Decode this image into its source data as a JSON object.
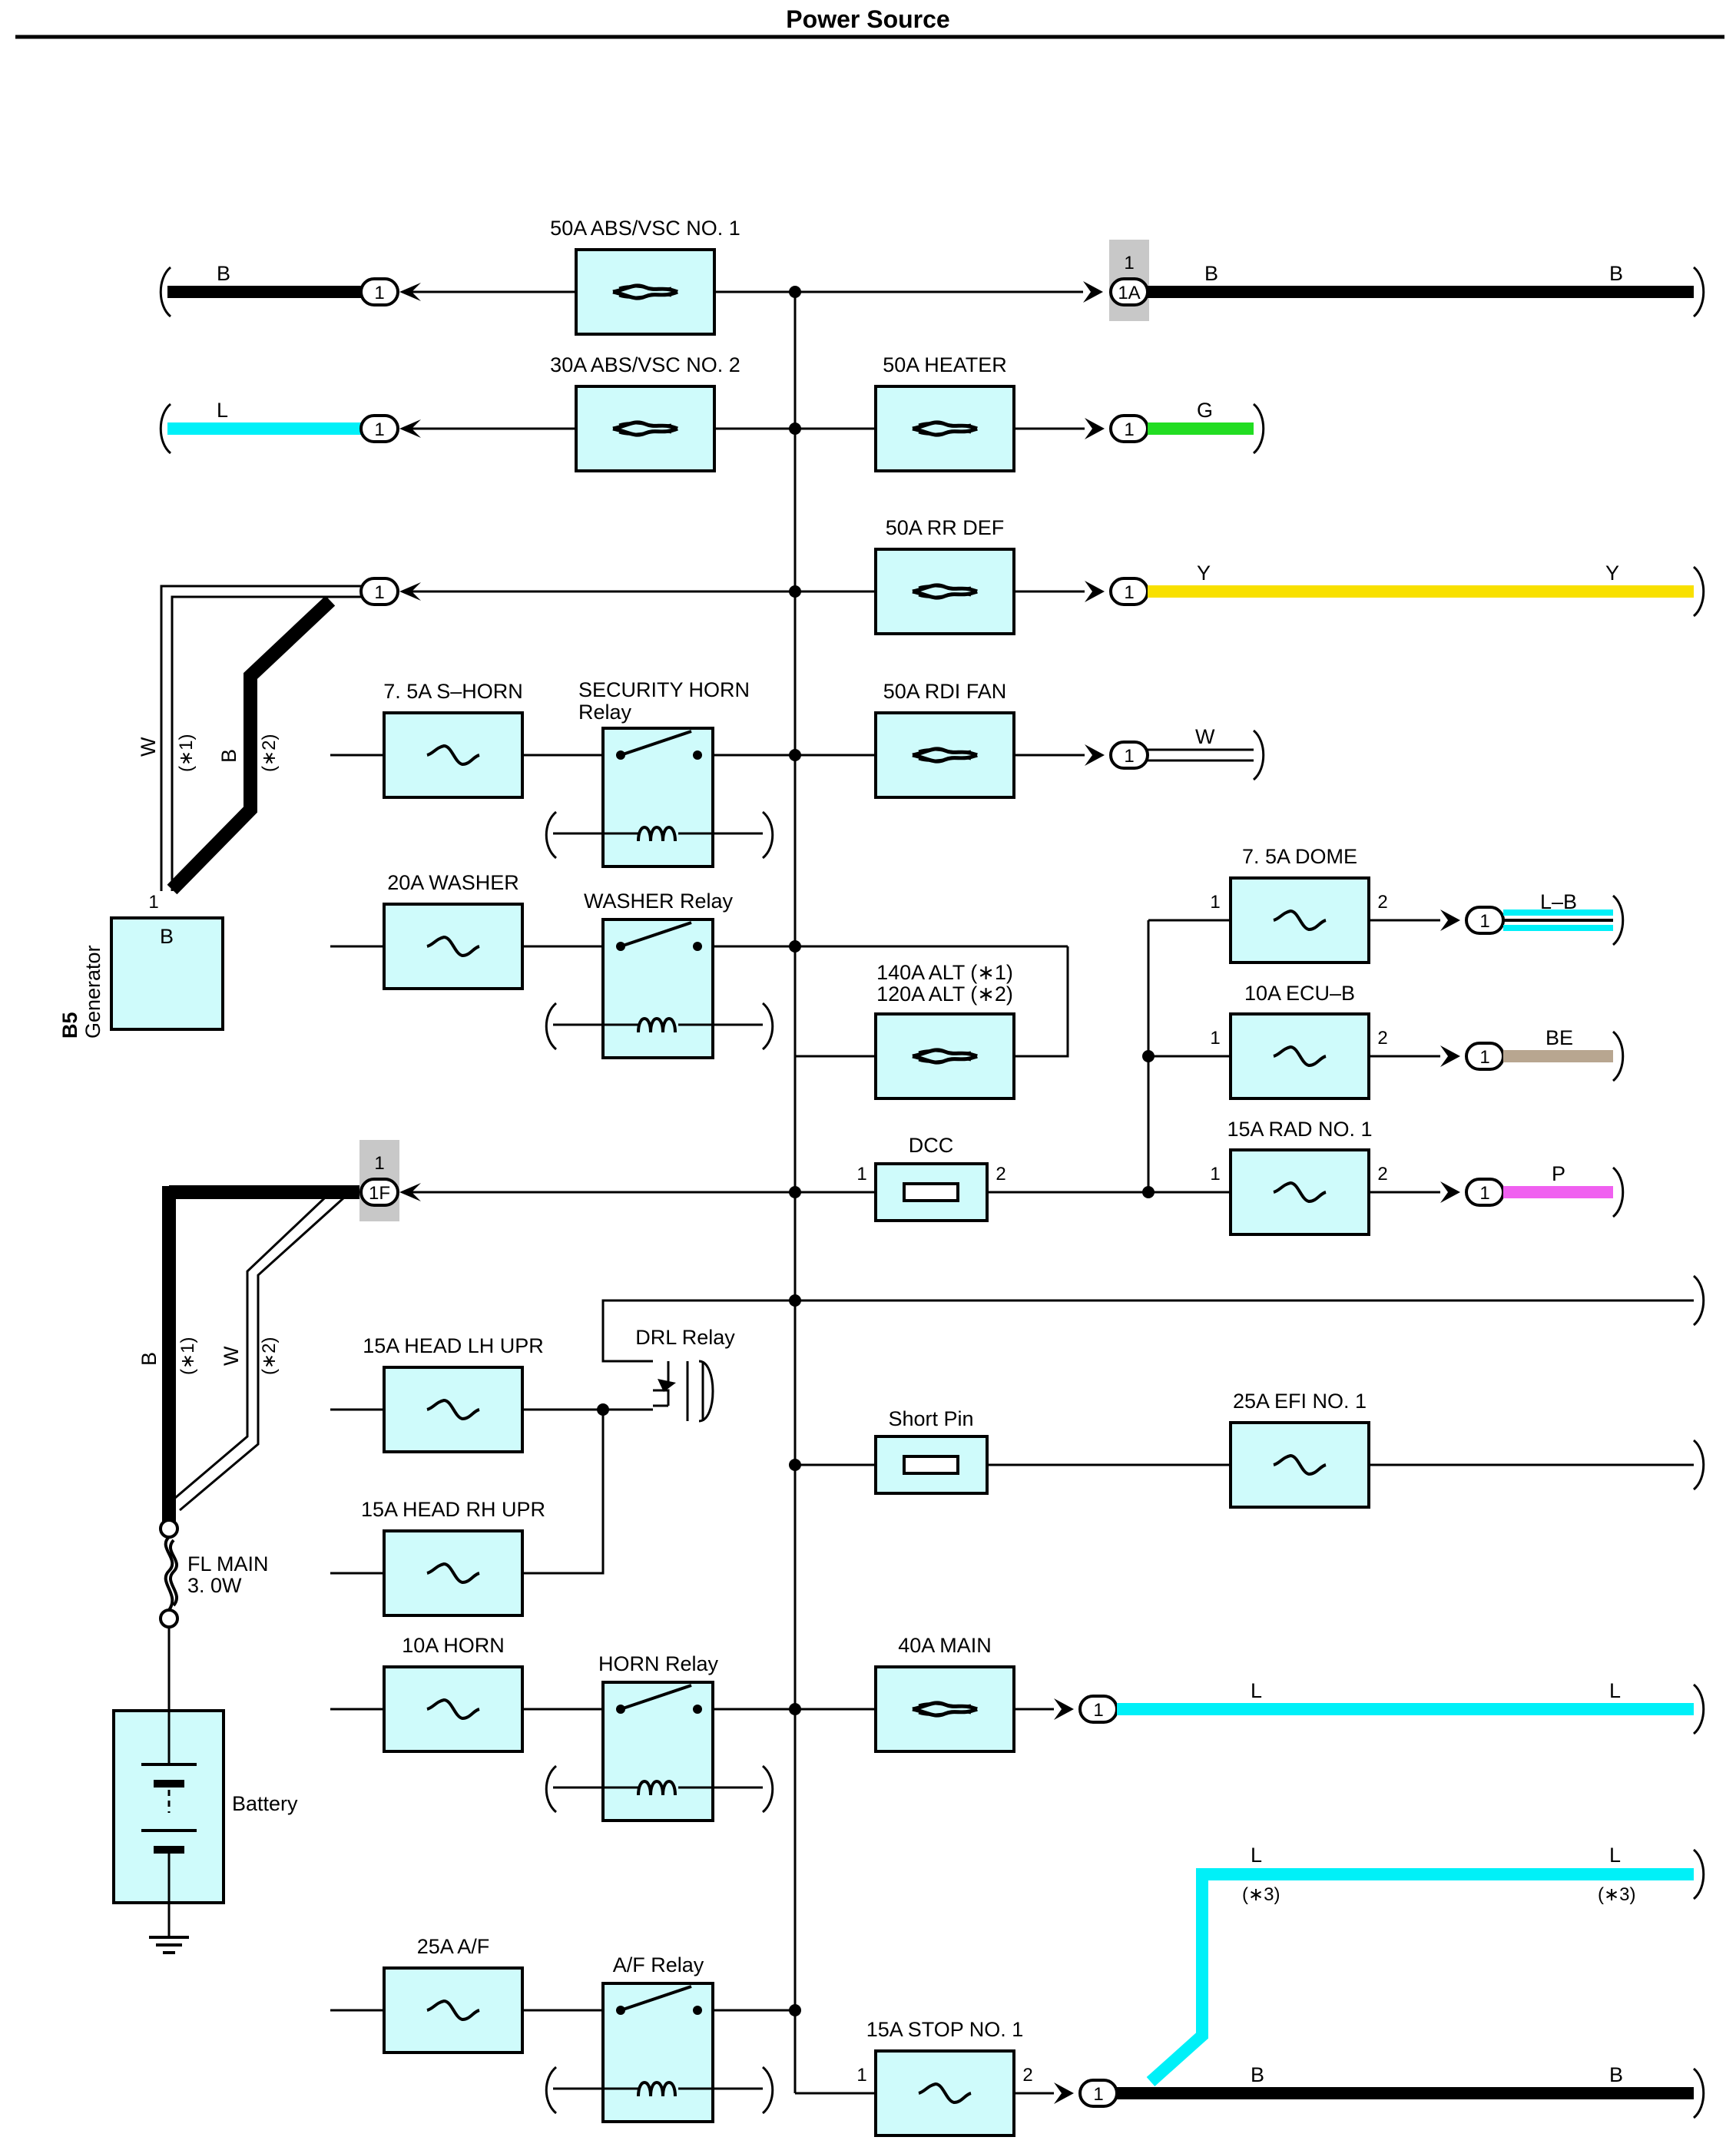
{
  "page_title": "Power Source",
  "colors": {
    "component_fill": "#cffbfb",
    "wire_B": "#000000",
    "wire_L": "#00f0f8",
    "wire_G": "#22dd22",
    "wire_Y": "#f8e000",
    "wire_BE": "#b8a690",
    "wire_P": "#f060f0",
    "connector_highlight": "#c8c8c8"
  },
  "fusible_links": {
    "abs_vsc_1": "50A ABS/VSC NO. 1",
    "abs_vsc_2": "30A ABS/VSC NO. 2",
    "heater": "50A HEATER",
    "rr_def": "50A RR DEF",
    "rdi_fan": "50A RDI FAN",
    "alt_1": "140A ALT (∗1)",
    "alt_2": "120A ALT (∗2)",
    "main_40a": "40A MAIN"
  },
  "fuses": {
    "s_horn": "7. 5A S–HORN",
    "washer": "20A WASHER",
    "dome": "7. 5A DOME",
    "ecu_b": "10A ECU–B",
    "rad_1": "15A RAD NO. 1",
    "head_lh": "15A HEAD LH UPR",
    "head_rh": "15A HEAD RH UPR",
    "efi_1": "25A EFI NO. 1",
    "horn": "10A HORN",
    "af": "25A A/F",
    "stop_1": "15A STOP NO. 1"
  },
  "relays": {
    "security_horn_line1": "SECURITY HORN",
    "security_horn_line2": "Relay",
    "washer": "WASHER Relay",
    "drl": "DRL Relay",
    "horn": "HORN Relay",
    "af": "A/F Relay"
  },
  "other_components": {
    "dcc": "DCC",
    "short_pin": "Short Pin",
    "fl_main_1": "FL MAIN",
    "fl_main_2": "3. 0W",
    "battery": "Battery",
    "generator_code": "B5",
    "generator_name": "Generator",
    "generator_pin": "1",
    "generator_terminal": "B"
  },
  "connectors": {
    "pin_1": "1",
    "conn_1A": "1A",
    "conn_1F": "1F",
    "pin_2": "2"
  },
  "wire_colors": {
    "B": "B",
    "L": "L",
    "G": "G",
    "Y": "Y",
    "W": "W",
    "L_B": "L–B",
    "BE": "BE",
    "P": "P"
  },
  "notes": {
    "n1": "(∗1)",
    "n2": "(∗2)",
    "n3": "(∗3)"
  }
}
